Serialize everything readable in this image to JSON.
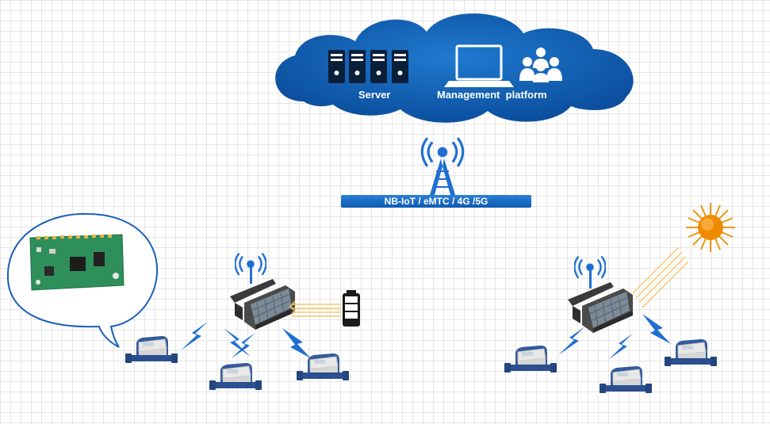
{
  "cloud": {
    "server_label": "Server",
    "management_label": "Management  platform"
  },
  "network": {
    "label": "NB-IoT / eMTC / 4G /5G"
  },
  "colors": {
    "cloud_blue": "#1565b8",
    "cloud_dark": "#0d4f9a",
    "signal_blue": "#1f6fd0",
    "bolt_blue": "#1f6fd0",
    "meter_body": "#2b4f8f",
    "pcb_green": "#2f8f5a",
    "sun_orange": "#f08a00",
    "ray_yellow": "#f5c96a"
  },
  "icons": [
    "server-icon",
    "laptop-icon",
    "users-icon",
    "antenna-tower-icon",
    "signal-icon",
    "concentrator-icon",
    "battery-icon",
    "sun-icon",
    "water-meter-icon",
    "lightning-bolt-icon",
    "pcb-module-icon"
  ]
}
